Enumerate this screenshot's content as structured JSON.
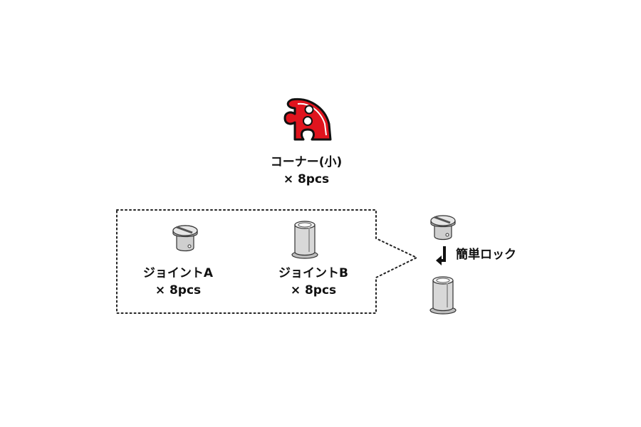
{
  "corner": {
    "name": "コーナー(小)",
    "qty": "× 8pcs",
    "color": "#e0141e"
  },
  "joint_a": {
    "name": "ジョイントA",
    "qty": "× 8pcs"
  },
  "joint_b": {
    "name": "ジョイントB",
    "qty": "× 8pcs"
  },
  "lock": {
    "label": "簡単ロック"
  },
  "icons": {
    "corner": "puzzle-corner-icon",
    "joint_a": "screw-cap-icon",
    "joint_b": "sleeve-icon",
    "arrow": "arrow-down-icon"
  }
}
